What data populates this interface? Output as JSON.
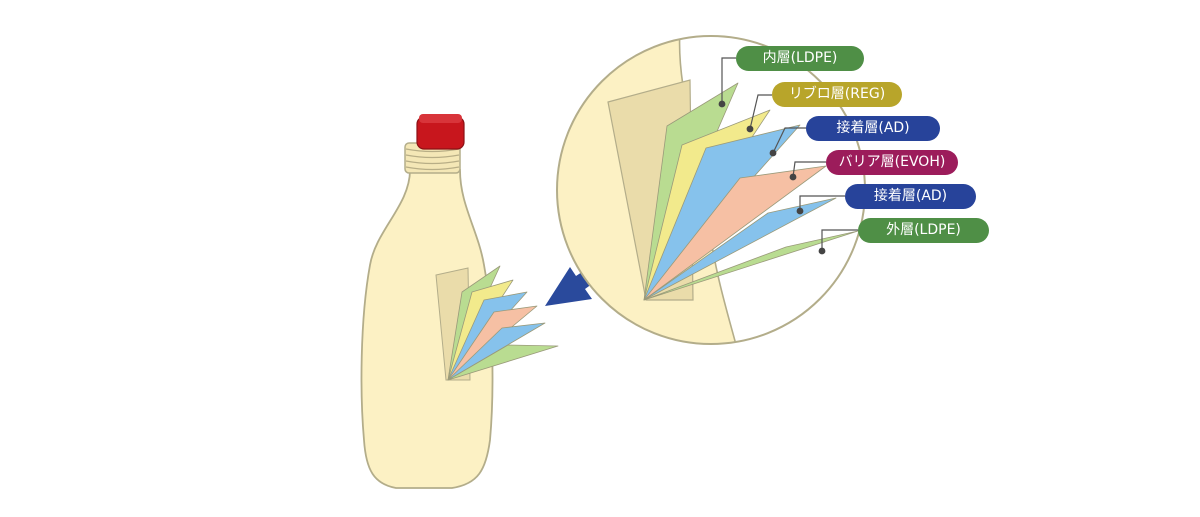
{
  "diagram": {
    "layers": [
      {
        "label": "内層(LDPE)",
        "color": "#4f8f46",
        "sheet": "#b9dc91"
      },
      {
        "label": "リブロ層(REG)",
        "color": "#b8a52a",
        "sheet": "#f2ea8c"
      },
      {
        "label": "接着層(AD)",
        "color": "#27439a",
        "sheet": "#86c2ec"
      },
      {
        "label": "バリア層(EVOH)",
        "color": "#9c1c5b",
        "sheet": "#f6c0a4"
      },
      {
        "label": "接着層(AD)",
        "color": "#27439a",
        "sheet": "#86c2ec"
      },
      {
        "label": "外層(LDPE)",
        "color": "#4f8f46",
        "sheet": "#b9dc91"
      }
    ],
    "colors": {
      "bottle": "#fcf1c4",
      "bottle_outline": "#b3ad8a",
      "cap": "#c8161d",
      "arrow": "#2a4a9c",
      "wall": "#eadcaa"
    }
  }
}
